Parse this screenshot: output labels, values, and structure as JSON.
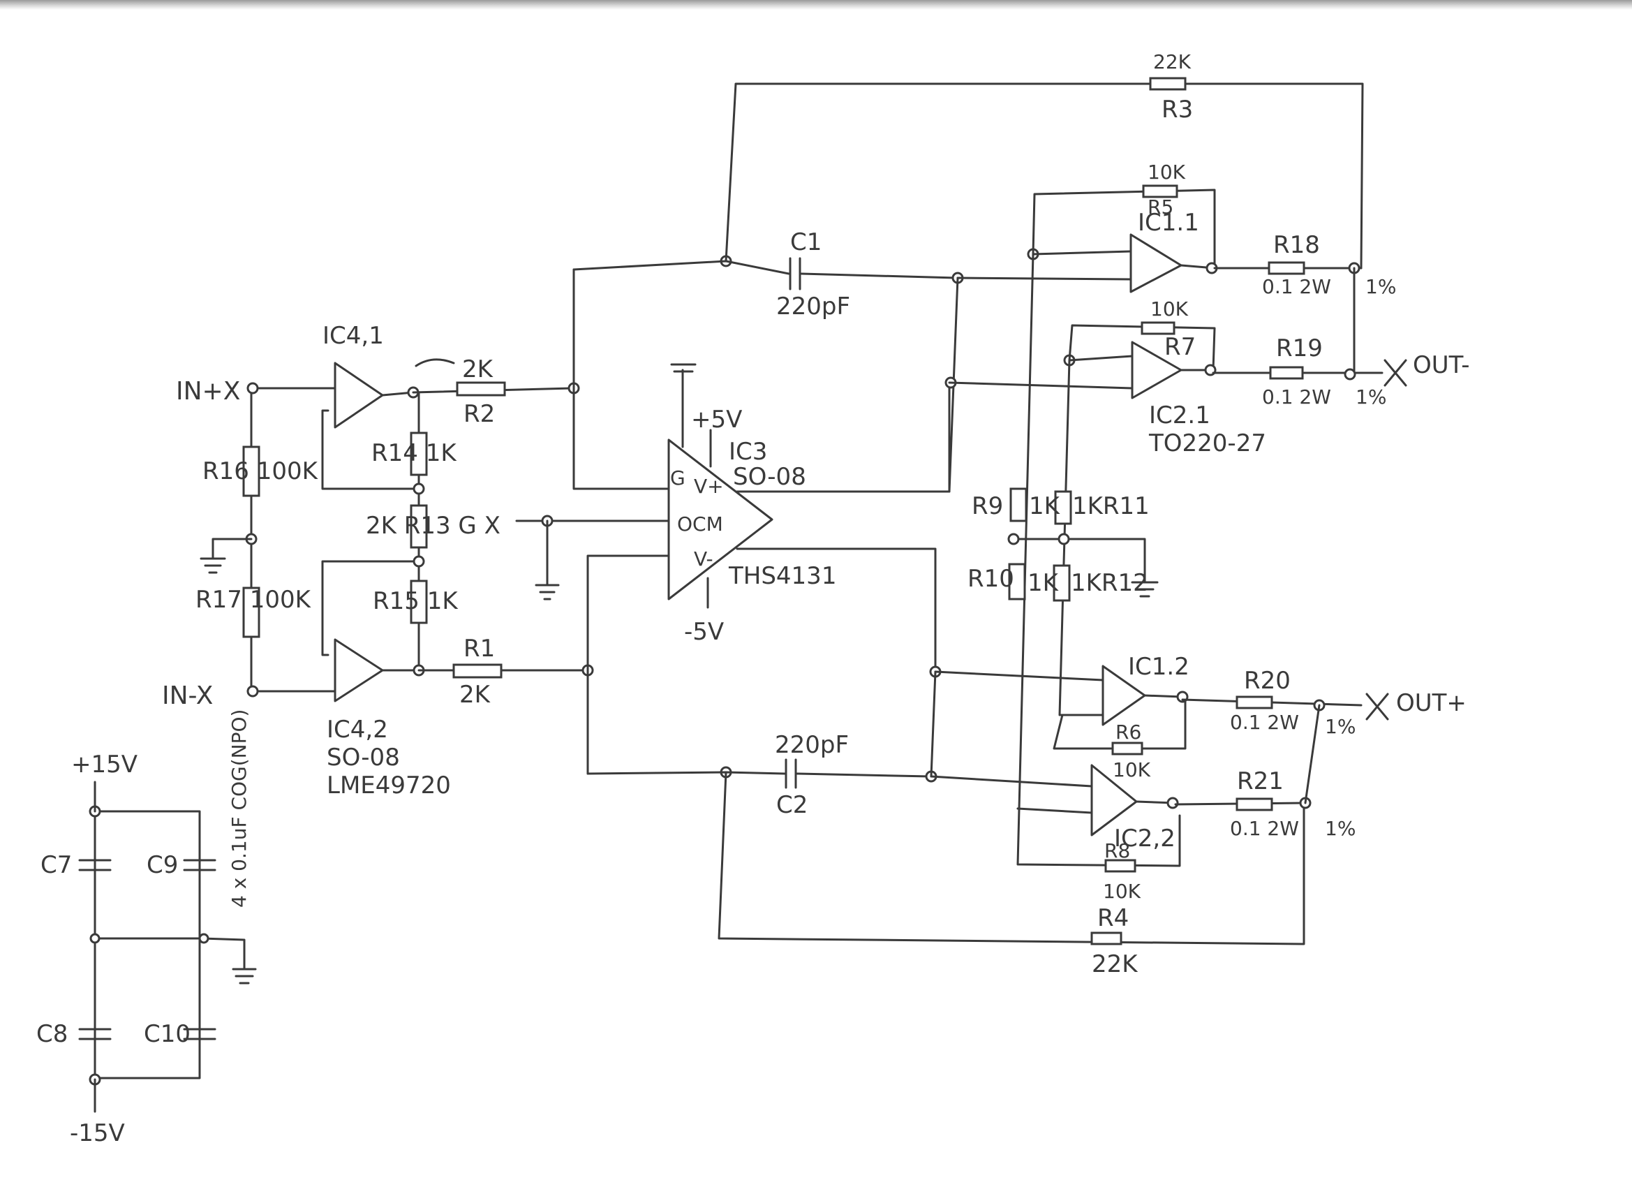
{
  "io": {
    "in_plus": "IN+X",
    "in_minus": "IN-X",
    "out_minus": "OUT-",
    "out_plus": "OUT+"
  },
  "ic4": {
    "u1": "IC4,1",
    "u2": "IC4,2",
    "package": "SO-08",
    "part": "LME49720"
  },
  "ic3": {
    "ref": "IC3",
    "package": "SO-08",
    "part": "THS4131",
    "pin_g1": "G",
    "pin_vplus": "V+",
    "pin_vocm": "OCM",
    "pin_vminus": "V-",
    "supply_pos": "+5V",
    "supply_neg": "-5V"
  },
  "ic1": {
    "u1": "IC1.1",
    "u2": "IC1.2"
  },
  "ic2": {
    "u1": "IC2.1",
    "u2": "IC2,2",
    "package": "TO220-27"
  },
  "components": {
    "r1_ref": "R1",
    "r1_val": "2K",
    "r2_val": "2K",
    "r2_ref": "R2",
    "r3_val": "22K",
    "r3_ref": "R3",
    "r4_ref": "R4",
    "r4_val": "22K",
    "r5_val": "10K",
    "r5_ref": "R5",
    "r6_ref": "R6",
    "r6_val": "10K",
    "r7_val": "10K",
    "r7_ref": "R7",
    "r8_ref": "R8",
    "r8_val": "10K",
    "r9_ref": "R9",
    "r9_val": "1K",
    "r10_ref": "R10",
    "r10_val": "1K",
    "r11": "1KR11",
    "r12": "1KR12",
    "r13_label": "2K R13 G X",
    "r14": "R14 1K",
    "r15": "R15 1K",
    "r16": "R16 100K",
    "r17": "R17 100K",
    "r18_ref": "R18",
    "r18_val": "0.1 2W",
    "r18_tol": "1%",
    "r19_ref": "R19",
    "r19_val": "0.1 2W",
    "r19_tol": "1%",
    "r20_ref": "R20",
    "r20_val": "0.1 2W",
    "r20_tol": "1%",
    "r21_ref": "R21",
    "r21_val": "0.1 2W",
    "r21_tol": "1%",
    "c1_ref": "C1",
    "c1_val": "220pF",
    "c2_val": "220pF",
    "c2_ref": "C2"
  },
  "supply": {
    "pos": "+15V",
    "neg": "-15V",
    "c7": "C7",
    "c8": "C8",
    "c9": "C9",
    "c10": "C10",
    "note": "4 x 0.1uF COG(NPO)"
  }
}
